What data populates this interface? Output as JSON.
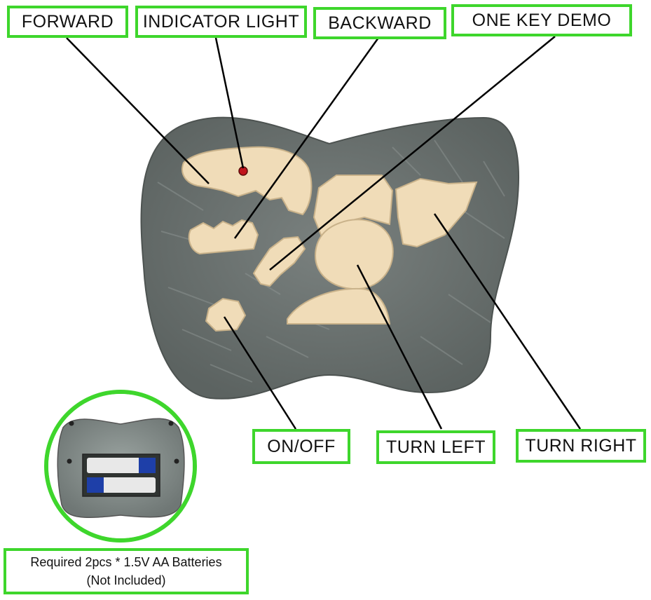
{
  "labels": {
    "forward": "FORWARD",
    "indicator_light": "INDICATOR LIGHT",
    "backward": "BACKWARD",
    "one_key_demo": "ONE KEY DEMO",
    "on_off": "ON/OFF",
    "turn_left": "TURN LEFT",
    "turn_right": "TURN RIGHT"
  },
  "battery_note": {
    "line1": "Required 2pcs * 1.5V AA Batteries",
    "line2": "(Not Included)"
  },
  "colors": {
    "label_border": "#3ed62c",
    "remote_body": "#6a716f",
    "button": "#f0dcb8",
    "leader_line": "#000000",
    "indicator_led": "#c0141c"
  }
}
